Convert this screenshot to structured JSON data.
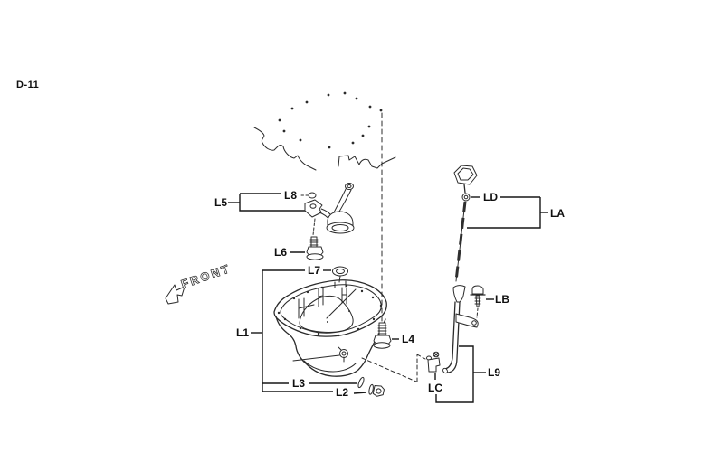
{
  "page": {
    "code": "D-11",
    "front_label": "FRONT"
  },
  "callouts": {
    "L1": "L1",
    "L2": "L2",
    "L3": "L3",
    "L4": "L4",
    "L5": "L5",
    "L6": "L6",
    "L7": "L7",
    "L8": "L8",
    "L9": "L9",
    "LA": "LA",
    "LB": "LB",
    "LC": "LC",
    "LD": "LD"
  },
  "colors": {
    "line": "#2b2b2b",
    "background": "#ffffff"
  }
}
